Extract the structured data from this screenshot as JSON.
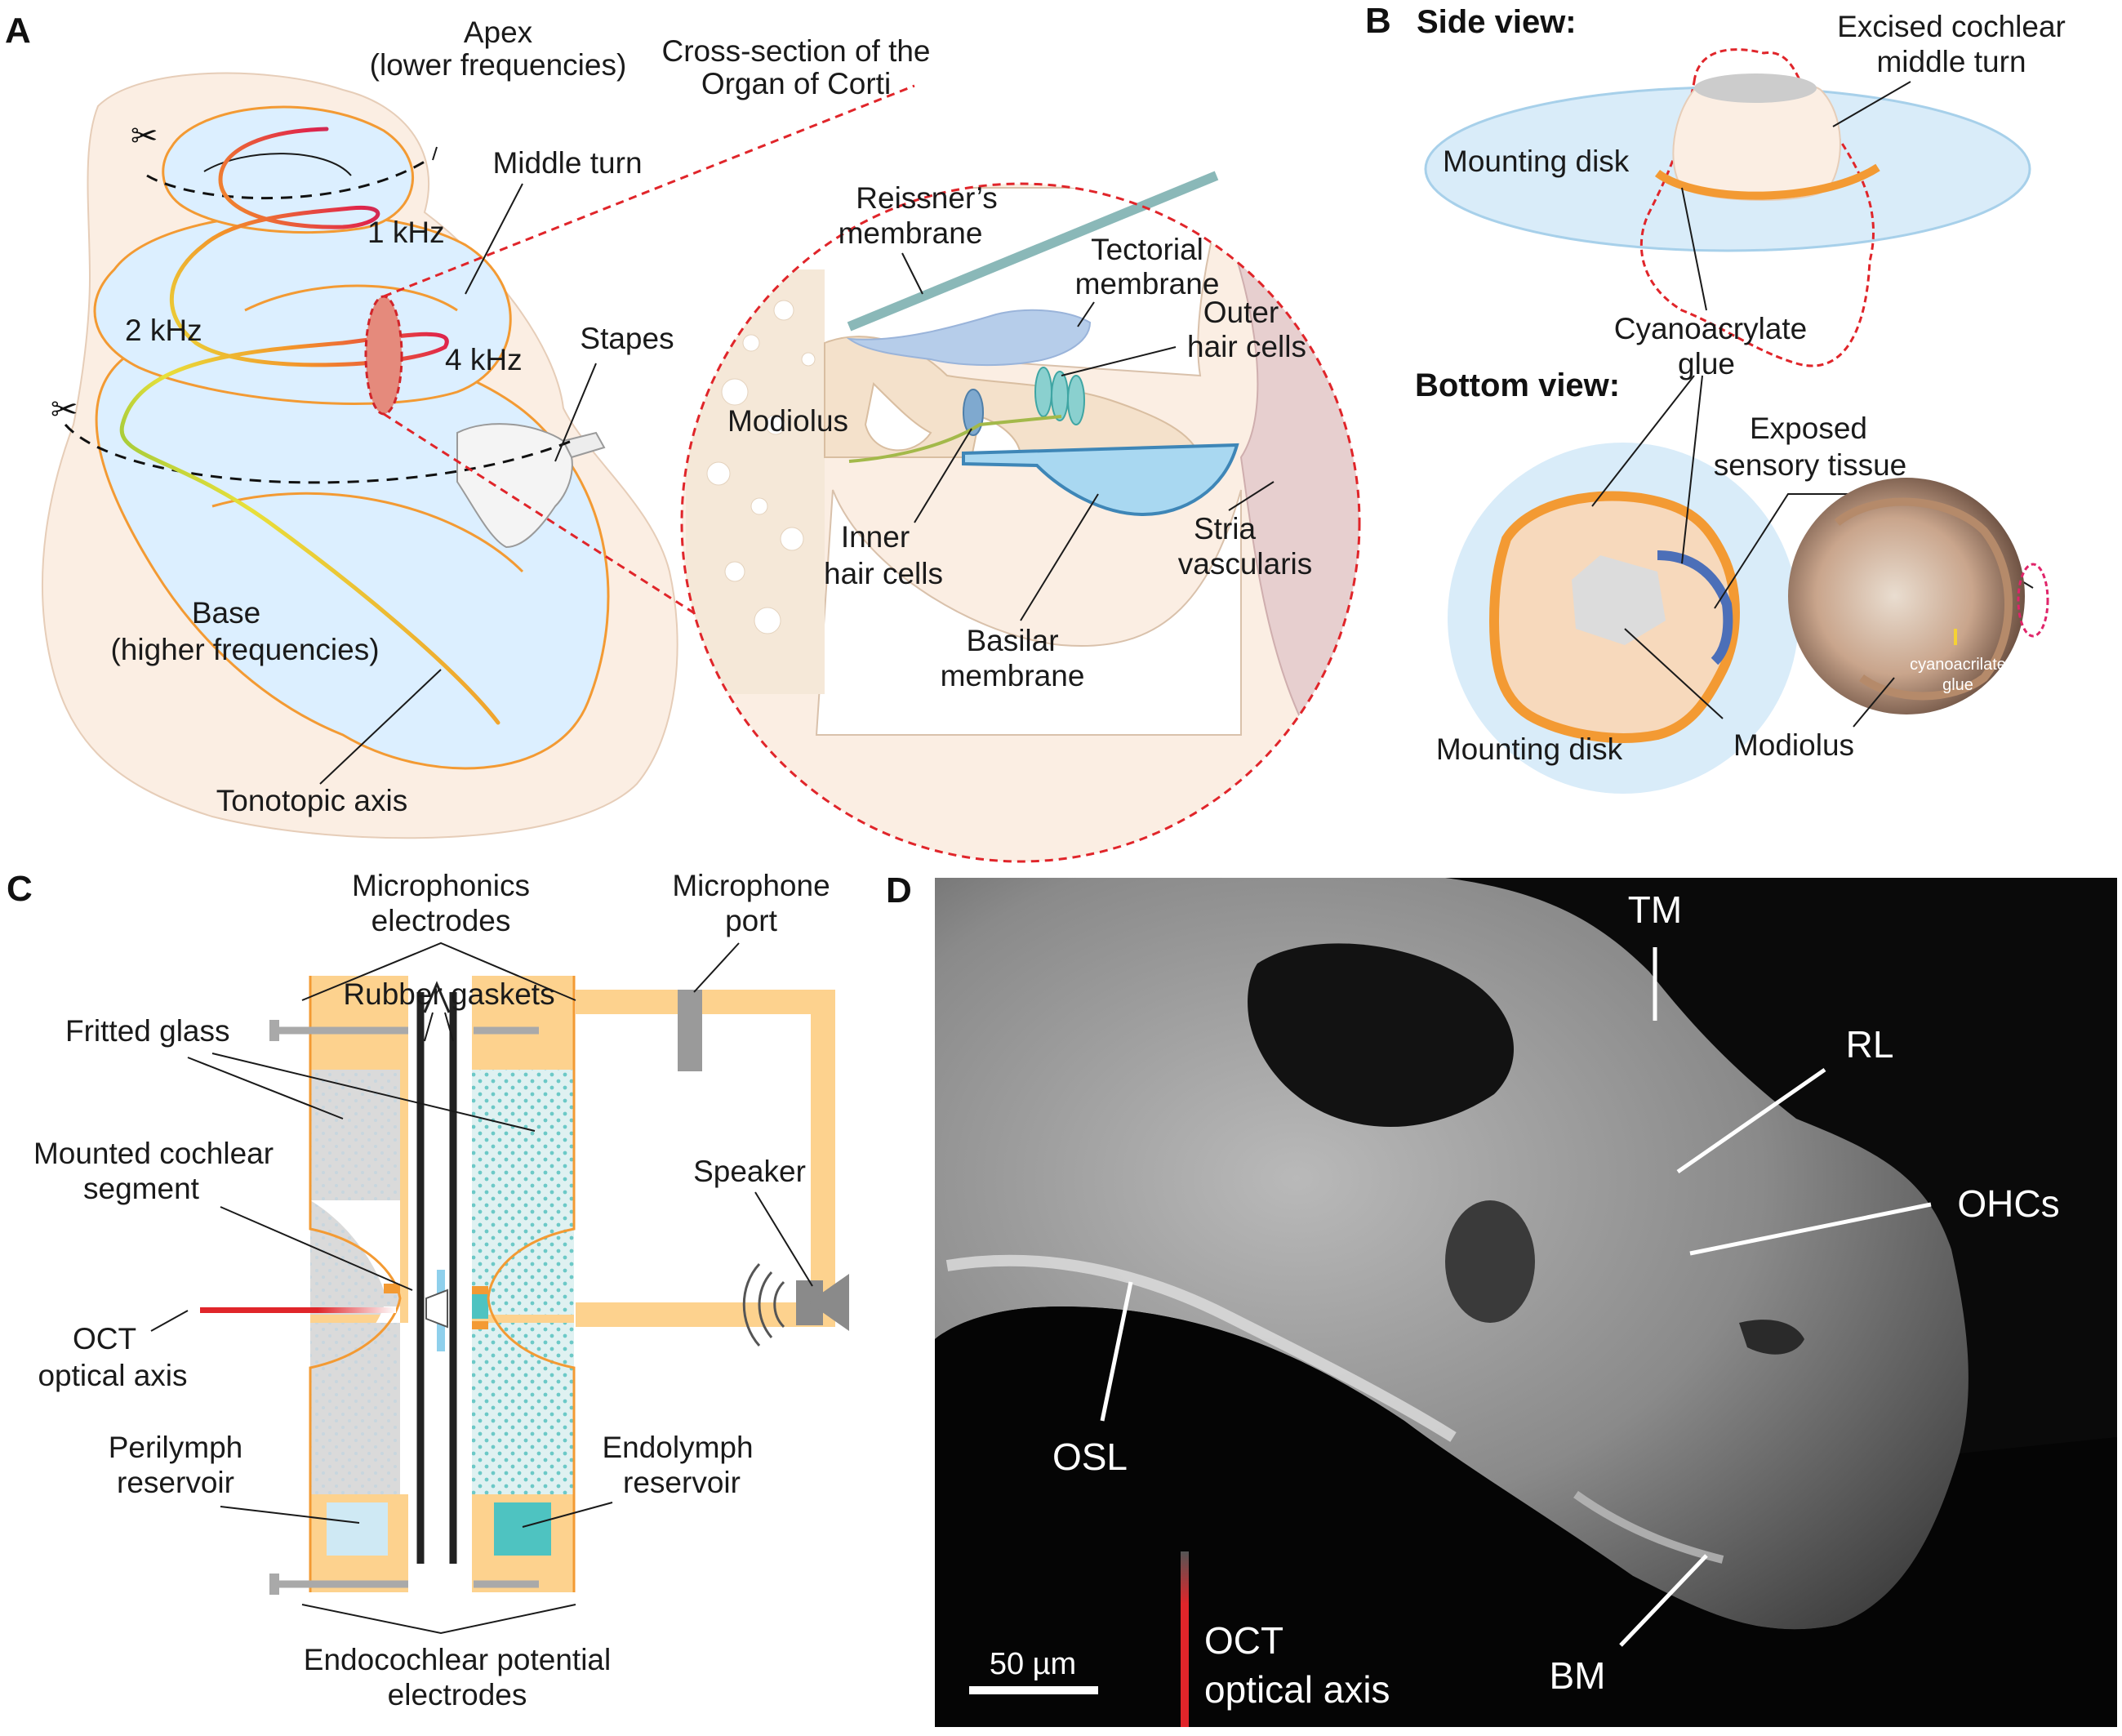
{
  "panels": {
    "a": "A",
    "b": "B",
    "c": "C",
    "d": "D"
  },
  "panel_a": {
    "apex_l1": "Apex",
    "apex_l2": "(lower frequencies)",
    "cross_l1": "Cross-section of the",
    "cross_l2": "Organ of Corti",
    "middle_turn": "Middle turn",
    "f1": "1 kHz",
    "f2": "2 kHz",
    "f4": "4 kHz",
    "stapes": "Stapes",
    "base_l1": "Base",
    "base_l2": "(higher frequencies)",
    "tonotopic": "Tonotopic axis",
    "reissner_l1": "Reissner’s",
    "reissner_l2": "membrane",
    "tectorial_l1": "Tectorial",
    "tectorial_l2": "membrane",
    "outer_l1": "Outer",
    "outer_l2": "hair cells",
    "modiolus": "Modiolus",
    "inner_l1": "Inner",
    "inner_l2": "hair cells",
    "basilar_l1": "Basilar",
    "basilar_l2": "membrane",
    "stria_l1": "Stria",
    "stria_l2": "vascularis"
  },
  "panel_b": {
    "side_view": "Side view:",
    "excised_l1": "Excised cochlear",
    "excised_l2": "middle turn",
    "mounting_disk_top": "Mounting disk",
    "glue_l1": "Cyanoacrylate",
    "glue_l2": "glue",
    "bottom_view": "Bottom view:",
    "exposed_l1": "Exposed",
    "exposed_l2": "sensory tissue",
    "photo_glue_l1": "cyanoacrilate",
    "photo_glue_l2": "glue",
    "mounting_disk_bottom": "Mounting disk",
    "modiolus": "Modiolus"
  },
  "panel_c": {
    "micro_l1": "Microphonics",
    "micro_l2": "electrodes",
    "mic_port_l1": "Microphone",
    "mic_port_l2": "port",
    "rubber": "Rubber gaskets",
    "fritted": "Fritted glass",
    "mounted_l1": "Mounted cochlear",
    "mounted_l2": "segment",
    "speaker": "Speaker",
    "oct_l1": "OCT",
    "oct_l2": "optical axis",
    "peri_l1": "Perilymph",
    "peri_l2": "reservoir",
    "endo_l1": "Endolymph",
    "endo_l2": "reservoir",
    "ep_l1": "Endocochlear potential",
    "ep_l2": "electrodes"
  },
  "panel_d": {
    "tm": "TM",
    "rl": "RL",
    "ohcs": "OHCs",
    "osl": "OSL",
    "bm": "BM",
    "scale": "50 µm",
    "oct_l1": "OCT",
    "oct_l2": "optical axis"
  },
  "colors": {
    "orange": "#f39a33",
    "light_blue": "#dcefff",
    "skin": "#fbeee3",
    "red_dash": "#e0252a",
    "frame_yellow": "#fdd28e",
    "teal": "#4ec3c1"
  }
}
